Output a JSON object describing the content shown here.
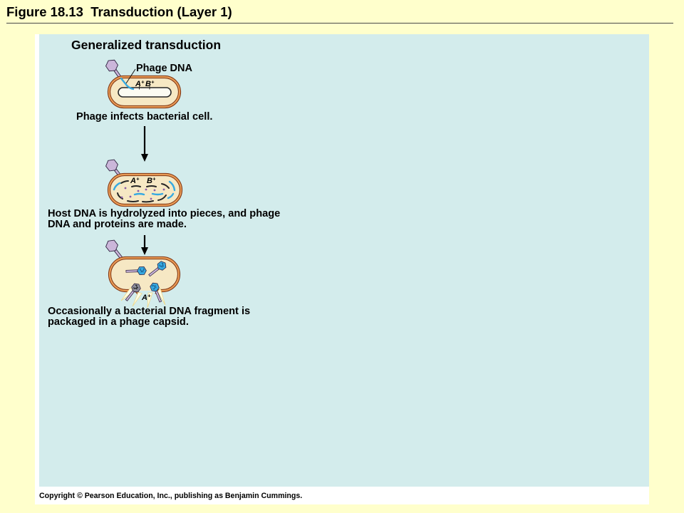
{
  "slide": {
    "title": "Figure 18.13  Transduction (Layer 1)",
    "copyright": "Copyright © Pearson Education, Inc., publishing as Benjamin Cummings."
  },
  "figure": {
    "heading": "Generalized transduction",
    "phage_dna_label": "Phage DNA",
    "steps": [
      {
        "caption_lines": [
          "Phage infects bacterial cell."
        ],
        "genes": [
          {
            "name": "A",
            "allele": "+"
          },
          {
            "name": "B",
            "allele": "+"
          }
        ]
      },
      {
        "caption_lines": [
          "Host DNA is hydrolyzed into pieces, and phage",
          "DNA and proteins are made."
        ],
        "genes": [
          {
            "name": "A",
            "allele": "+"
          },
          {
            "name": "B",
            "allele": "+"
          }
        ]
      },
      {
        "caption_lines": [
          "Occasionally a bacterial DNA fragment is",
          "packaged in a phage capsid."
        ],
        "genes": [
          {
            "name": "A",
            "allele": "+"
          }
        ]
      }
    ]
  },
  "colors": {
    "page_background": "#FFFFCC",
    "figure_panel": "#D3ECEC",
    "phage_dna": "#36A9E1",
    "phage_capsid": "#CBB6DA",
    "cell_wall": "#E89A55",
    "bacterial_dna": "#262626"
  }
}
